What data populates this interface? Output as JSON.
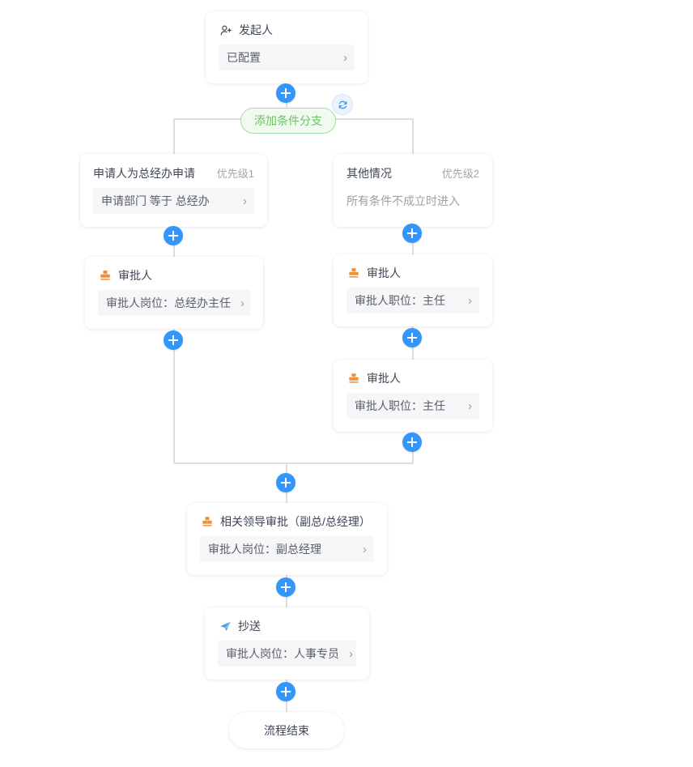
{
  "theme": {
    "accent_blue": "#3296FA",
    "branch_green": "#6DC263",
    "stamp_orange": "#F2903A",
    "line_gray": "#DEDEDE",
    "card_bg": "#FFFFFF",
    "field_bg": "#F5F6F7"
  },
  "nodes": {
    "initiator": {
      "icon": "user-add-icon",
      "title": "发起人",
      "value": "已配置",
      "chevron": "›"
    },
    "add_branch_button": {
      "label": "添加条件分支"
    },
    "sync_button": {
      "icon": "refresh-icon"
    },
    "branch_left": {
      "name": "申请人为总经办申请",
      "priority": "优先级1",
      "condition": "申请部门 等于 总经办",
      "chevron": "›"
    },
    "branch_right": {
      "name": "其他情况",
      "priority": "优先级2",
      "condition": "所有条件不成立时进入"
    },
    "approver_left_1": {
      "icon": "stamp-icon",
      "title": "审批人",
      "value": "审批人岗位：总经办主任",
      "chevron": "›"
    },
    "approver_right_1": {
      "icon": "stamp-icon",
      "title": "审批人",
      "value": "审批人职位：主任",
      "chevron": "›"
    },
    "approver_right_2": {
      "icon": "stamp-icon",
      "title": "审批人",
      "value": "审批人职位：主任",
      "chevron": "›"
    },
    "leader_approval": {
      "icon": "stamp-icon",
      "title": "相关领导审批（副总/总经理）",
      "value": "审批人岗位：副总经理",
      "chevron": "›"
    },
    "cc_node": {
      "icon": "send-icon",
      "title": "抄送",
      "value": "审批人岗位：人事专员",
      "chevron": "›"
    },
    "end_node": {
      "label": "流程结束"
    }
  },
  "add_buttons": [
    {
      "name": "add-node-after-initiator"
    },
    {
      "name": "add-node-left-branch"
    },
    {
      "name": "add-node-right-branch"
    },
    {
      "name": "add-node-after-approver-left-1"
    },
    {
      "name": "add-node-after-approver-right-1"
    },
    {
      "name": "add-node-after-approver-right-2"
    },
    {
      "name": "add-node-after-merge"
    },
    {
      "name": "add-node-after-leader-approval"
    },
    {
      "name": "add-node-after-cc"
    }
  ]
}
